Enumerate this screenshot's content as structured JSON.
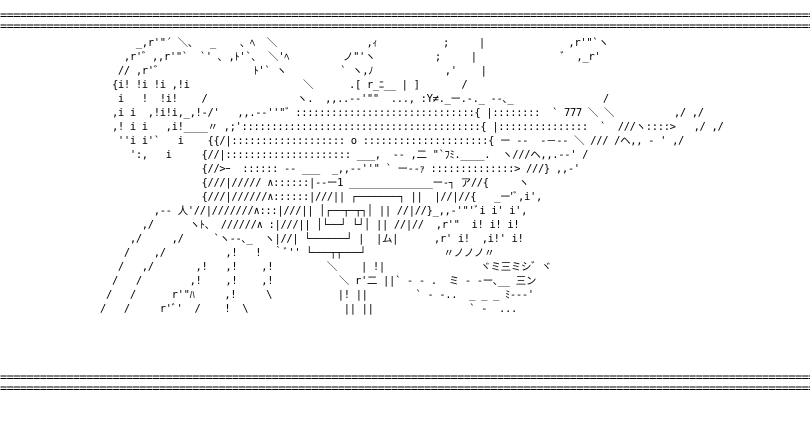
{
  "border": {
    "top_line_1": "=============================================================================================================================",
    "top_line_2": "=============================================================================================================================",
    "bottom_line_1": "=============================================================================================================================",
    "bottom_line_2": "============================================================================================================================="
  },
  "art": {
    "lines": [
      "      _,r'\"´ ＼、  _    、ﾍ  ＼               ,ｨ           ;     |              ,r'\"`ヽ",
      "    ,r'゛,,r'\"`  `' ､ ,ﾄ'`､  ＼'ﾍ         ノ\"'ヽ          ;     |              ゛ ,_r'",
      "   // ,r'゛               ﾄ'` ヽ         ` ヽ,ﾉ            ,'    |",
      "  {i! !i !i ,!i                   ＼      .[ r_ﾆ__ | ]       /",
      "   i   !  !i!    /               ヽ.  ,,..-‐'\"\"  ..., :Y≠._ー.-._ -‐､_               /",
      "  ,i i  ,!i!i,_,!‐/'   ,,.-‐''\"゛::::::::::::::::::::::::::::::{ |::::::::  ` 777 ＼ ＼          ,/ ,/",
      "  ,! i i   ,i!____〃 ,;'::::::::::::::::::::::::::::::::::::::::{ |:::::::::::::::  `  ///ヽ::::>   ,/ ,/",
      "   ''i i'`   i    {{/|::::::::::::::::::: o :::::::::::::::::::::{ ー ‐‐  -－-‐ ＼ /// /ヘ,, - ' ,/",
      "     ':,   i     {//|::::::::::::::::::::: ___,  ‐‐ ,二 \"`ﾌﾐ.____.  ヽ///ヘ,,.-‐' /",
      "                 {//>ｰ  :::::: ‐‐ ___  _,,-‐''\" ` ー--ｧ ::::::::::::::> ///} ,,-'",
      "                 {///|///// ∧::::::|‐‐ー1 ______________ー-┐ ア//{     ヽ",
      "                 {///|//////∧::::::|///|| ┌───────┐ ||  |//|//{   _ー'ﾞ,i',",
      "         ,-‐ 人'//|///////∧:::|///|| │┌──┬─┬┐│ || //|//}_,,-'\"'ﾞi i' i',",
      "       ,/      ヽﾄ、 //////∧ :|///|| │└──┘ └┘│ || //|//  ,r'\"  i! i! i!",
      "     ,/     ,/     `ヽ-‐､_  ヽ|//| └──────┘ |  |ム|      ,r' i!  ,i!' i!",
      "    /    ,/          ,!   !  ｀ﾞ'' └───┬┬───┘             〃ノノノ〃",
      "   /   ,/       ,!   ,!    ,!         ＼    | !|                ヾミ三ミシ゛ヾ",
      "  /   /        ,!    ,!    ,!           ＼ r'二 ||` ‐ ‐ .  ミ ‐ -ー､__ 三ン",
      " /   /      r'\"ﾊ     ,!     \\           |! ||        ` ‐ -..  _ _ _ ﾐ‐‐‐'",
      "/   /     r'ﾞ'  /    !  \\                || ||                ` ‐  ..."
    ]
  }
}
